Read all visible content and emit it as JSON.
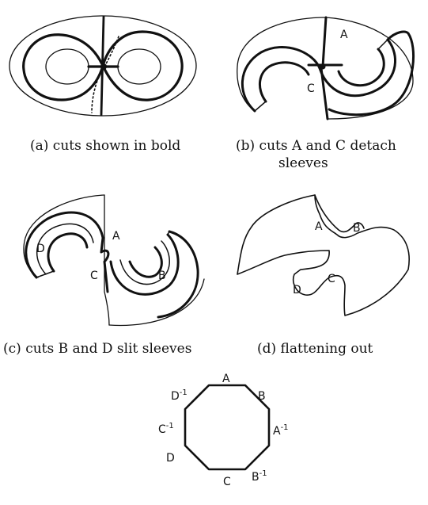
{
  "captions": {
    "a": "(a) cuts shown in bold",
    "b_line1": "(b) cuts A and C detach",
    "b_line2": "sleeves",
    "c": "(c) cuts B and D slit sleeves",
    "d": "(d) flattening out"
  },
  "labels": {
    "A": "A",
    "B": "B",
    "C": "C",
    "D": "D",
    "inverse": "-1"
  }
}
